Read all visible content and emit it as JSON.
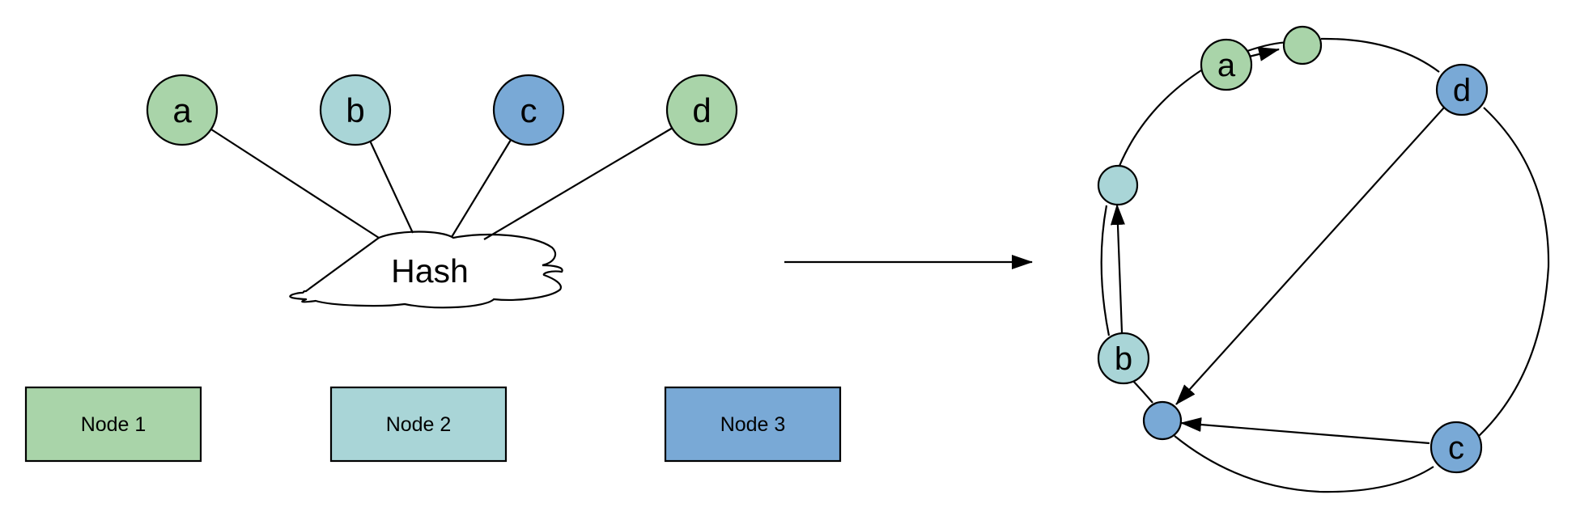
{
  "colors": {
    "green": "#a9d4a9",
    "teal": "#a9d5d7",
    "blue": "#79a9d6",
    "stroke": "#000000"
  },
  "keys": [
    {
      "id": "a",
      "label": "a",
      "color": "#a9d4a9"
    },
    {
      "id": "b",
      "label": "b",
      "color": "#a9d5d7"
    },
    {
      "id": "c",
      "label": "c",
      "color": "#79a9d6"
    },
    {
      "id": "d",
      "label": "d",
      "color": "#a9d4a9"
    }
  ],
  "hash": {
    "label": "Hash"
  },
  "nodes": [
    {
      "id": "node1",
      "label": "Node 1",
      "color": "#a9d4a9"
    },
    {
      "id": "node2",
      "label": "Node 2",
      "color": "#a9d5d7"
    },
    {
      "id": "node3",
      "label": "Node 3",
      "color": "#79a9d6"
    }
  ],
  "ring": {
    "key_points": [
      {
        "id": "a",
        "label": "a",
        "color": "#a9d4a9"
      },
      {
        "id": "b",
        "label": "b",
        "color": "#a9d5d7"
      },
      {
        "id": "c",
        "label": "c",
        "color": "#79a9d6"
      },
      {
        "id": "d",
        "label": "d",
        "color": "#79a9d6"
      }
    ],
    "node_points": [
      {
        "id": "node-green",
        "color": "#a9d4a9"
      },
      {
        "id": "node-teal",
        "color": "#a9d5d7"
      },
      {
        "id": "node-blue",
        "color": "#79a9d6"
      }
    ]
  }
}
